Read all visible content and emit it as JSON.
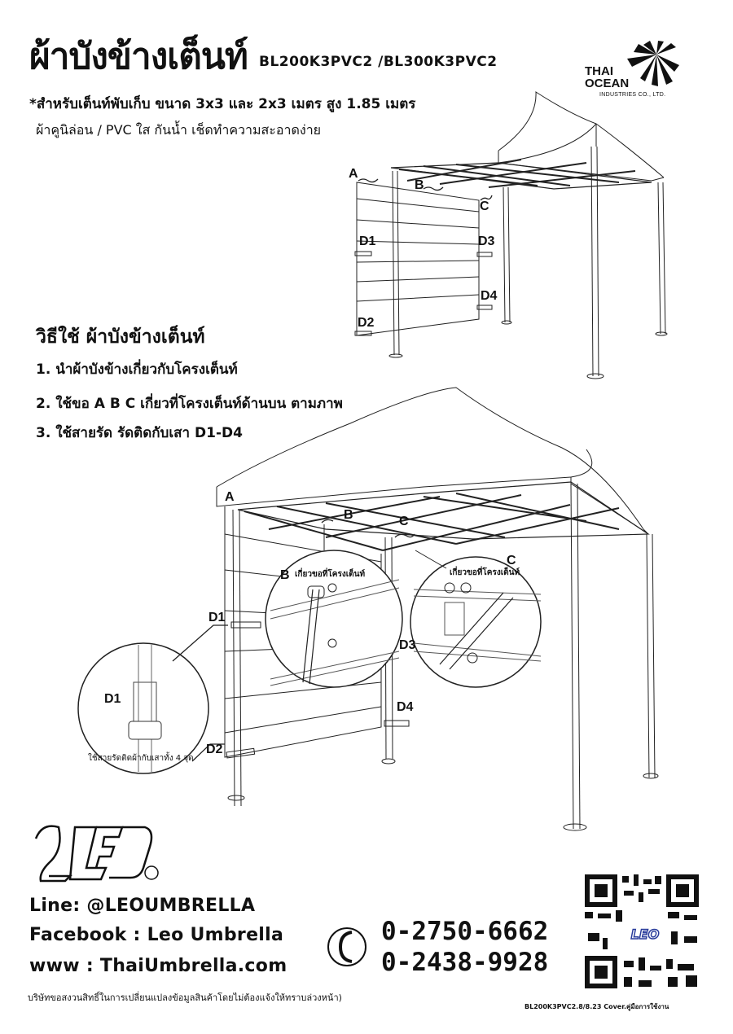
{
  "header": {
    "title": "ผ้าบังข้างเต็นท์",
    "models": "BL200K3PVC2 /BL300K3PVC2",
    "subtitle_line1": "*สำหรับเต็นท์พับเก็บ ขนาด 3x3 และ 2x3 เมตร  สูง 1.85 เมตร",
    "subtitle_line2": "ผ้าคูนิล่อน / PVC ใส กันน้ำ เช็ดทำความสะอาดง่าย"
  },
  "brand_logo": {
    "line1": "THAI",
    "line2": "OCEAN",
    "line3": "INDUSTRIES CO., LTD.",
    "icon": "umbrella-fan-icon"
  },
  "instructions": {
    "title": "วิธีใช้ ผ้าบังข้างเต็นท์",
    "steps": [
      "1.  นำผ้าบังข้างเกี่ยวกับโครงเต็นท์",
      "2. ใช้ขอ A B C เกี่ยวที่โครงเต็นท์ด้านบน ตามภาพ",
      "3. ใช้สายรัด รัดติดกับเสา D1-D4"
    ]
  },
  "diagram_small": {
    "labels": {
      "a": "A",
      "b": "B",
      "c": "C",
      "d1": "D1",
      "d2": "D2",
      "d3": "D3",
      "d4": "D4"
    }
  },
  "diagram_main": {
    "labels": {
      "a": "A",
      "b": "B",
      "c": "C",
      "d1": "D1",
      "d2": "D2",
      "d3": "D3",
      "d4": "D4"
    },
    "callout_b": {
      "letter": "B",
      "text": "เกี่ยวขอที่โครงเต็นท์"
    },
    "callout_c": {
      "letter": "C",
      "text": "เกี่ยวขอที่โครงเต็นท์"
    },
    "callout_d1": {
      "letter": "D1",
      "text": "ใช้สายรัดติดผ้ากับเสาทั้ง 4 จุด"
    }
  },
  "footer": {
    "leo_logo": "LEO",
    "registered": "®",
    "line": "Line: @LEOUMBRELLA",
    "facebook": "Facebook : Leo Umbrella",
    "website": "www : ThaiUmbrella.com",
    "phone_icon": "phone-handset-icon",
    "phone1": "0-2750-6662",
    "phone2": "0-2438-9928",
    "qr_icon": "qr-code-icon",
    "disclaimer": "บริษัทขอสงวนสิทธิ์ในการเปลี่ยนแปลงข้อมูลสินค้าโดยไม่ต้องแจ้งให้ทราบล่วงหน้า)",
    "doc_ref": "BL200K3PVC2.8/8.23 Cover.คู่มือการใช้งาน"
  }
}
